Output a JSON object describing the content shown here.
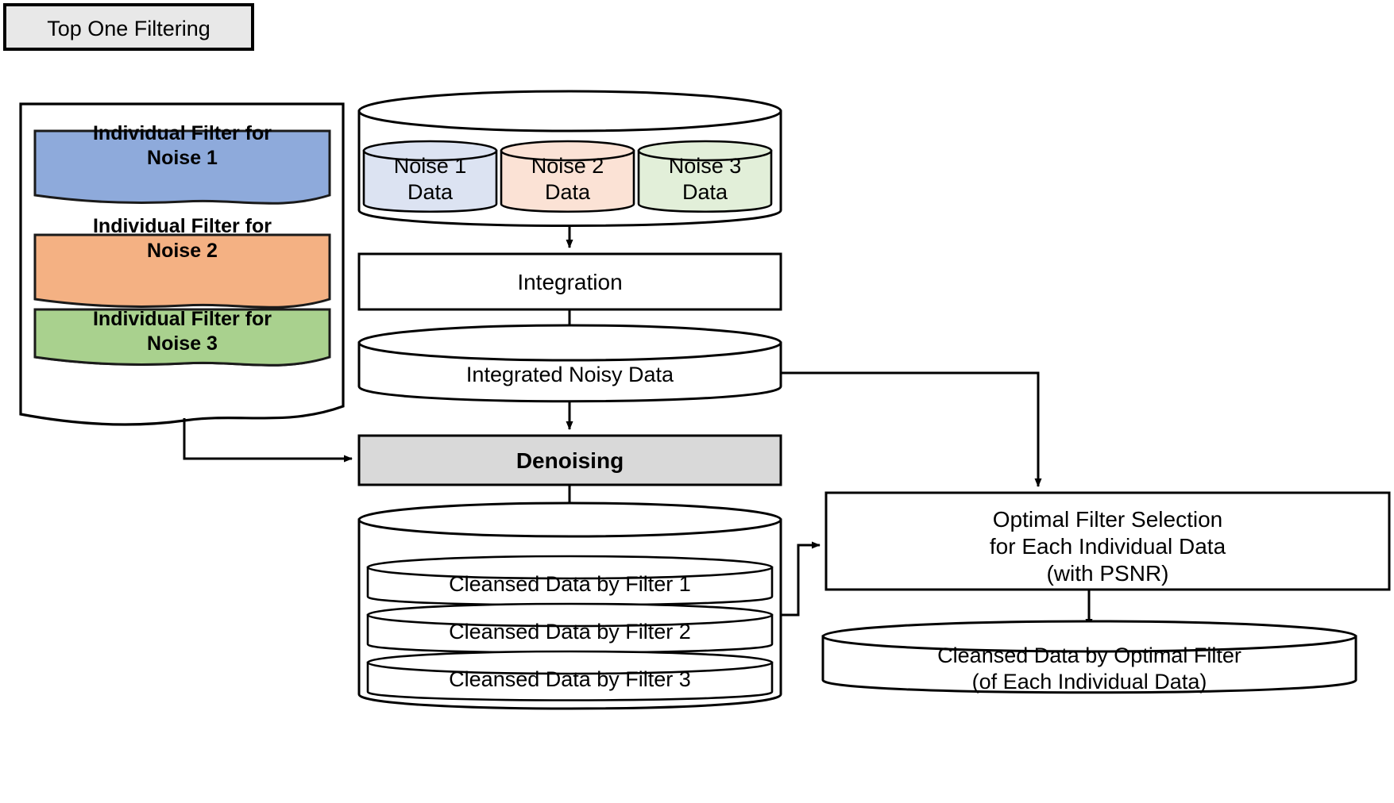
{
  "diagram": {
    "title_box": {
      "label": "Top One Filtering"
    },
    "filters_panel": {
      "name": "individual-filters-container",
      "filters": [
        {
          "label": "Individual Filter for\nNoise 1",
          "color": "#8EAADB"
        },
        {
          "label": "Individual Filter for\nNoise 2",
          "color": "#F4B183"
        },
        {
          "label": "Individual Filter for\nNoise 3",
          "color": "#A9D18E"
        }
      ]
    },
    "noise_container": {
      "items": [
        {
          "label": "Noise 1\nData",
          "color": "#DCE3F2"
        },
        {
          "label": "Noise 2\nData",
          "color": "#FBE2D5"
        },
        {
          "label": "Noise 3\nData",
          "color": "#E2EFD9"
        }
      ]
    },
    "integration_box": {
      "label": "Integration"
    },
    "integrated_noisy_data": {
      "label": "Integrated Noisy Data"
    },
    "denoising_box": {
      "label": "Denoising",
      "fill": "#D9D9D9"
    },
    "cleansed_container": {
      "items": [
        {
          "label": "Cleansed Data by Filter 1"
        },
        {
          "label": "Cleansed Data by Filter 2"
        },
        {
          "label": "Cleansed Data by Filter 3"
        }
      ]
    },
    "optimal_selection_box": {
      "line1": "Optimal Filter Selection",
      "line2": "for Each Individual Data",
      "line3": "(with PSNR)"
    },
    "optimal_output_cylinder": {
      "line1": "Cleansed Data by Optimal Filter",
      "line2": "(of Each Individual Data)"
    },
    "colors": {
      "stroke": "#000000",
      "title_fill": "#E8E8E8",
      "denoising_fill": "#D9D9D9",
      "background": "#FFFFFF"
    }
  }
}
